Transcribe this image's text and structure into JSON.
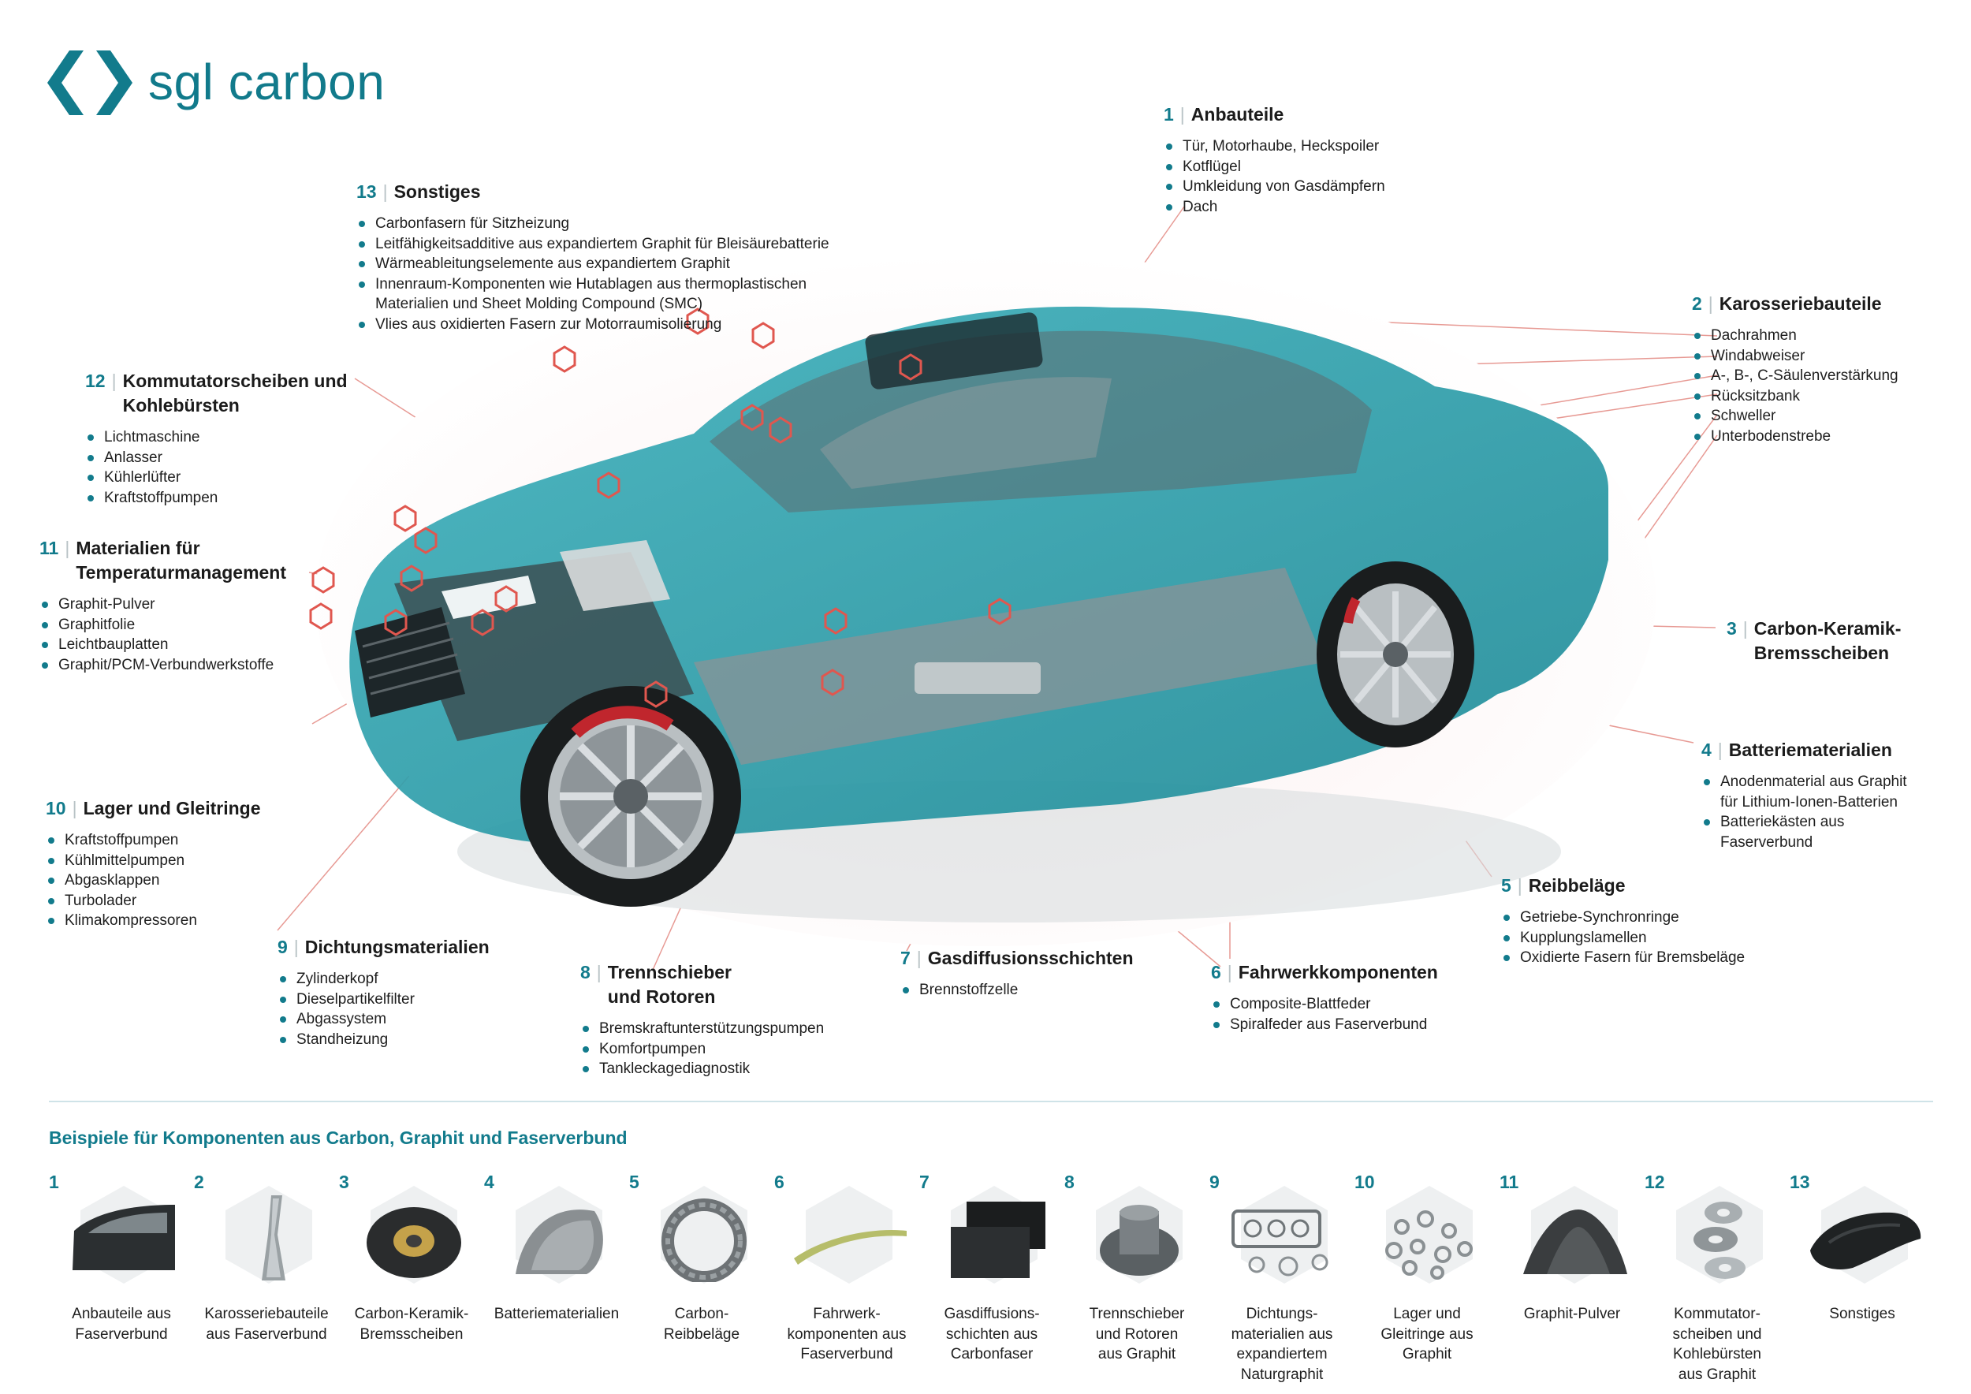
{
  "brand": {
    "name": "sgl carbon",
    "color": "#127b8c"
  },
  "colors": {
    "accent": "#127b8c",
    "car_body": "#2aa0ac",
    "marker": "#e0574f"
  },
  "callouts": [
    {
      "num": "1",
      "title": "Anbauteile",
      "items": [
        "Tür, Motorhaube, Heckspoiler",
        "Kotflügel",
        "Umkleidung von Gasdämpfern",
        "Dach"
      ]
    },
    {
      "num": "2",
      "title": "Karosseriebauteile",
      "items": [
        "Dachrahmen",
        "Windabweiser",
        "A-, B-, C-Säulenverstärkung",
        "Rücksitzbank",
        "Schweller",
        "Unterbodenstrebe"
      ]
    },
    {
      "num": "3",
      "title": "Carbon-Keramik-\nBremsscheiben",
      "items": []
    },
    {
      "num": "4",
      "title": "Batteriematerialien",
      "items": [
        "Anodenmaterial aus Graphit\nfür Lithium-Ionen-Batterien",
        "Batteriekästen aus\nFaserverbund"
      ]
    },
    {
      "num": "5",
      "title": "Reibbeläge",
      "items": [
        "Getriebe-Synchronringe",
        "Kupplungslamellen",
        "Oxidierte Fasern für Bremsbeläge"
      ]
    },
    {
      "num": "6",
      "title": "Fahrwerkkomponenten",
      "items": [
        "Composite-Blattfeder",
        "Spiralfeder aus Faserverbund"
      ]
    },
    {
      "num": "7",
      "title": "Gasdiffusionsschichten",
      "items": [
        "Brennstoffzelle"
      ]
    },
    {
      "num": "8",
      "title": "Trennschieber\nund Rotoren",
      "items": [
        "Bremskraftunterstützungspumpen",
        "Komfortpumpen",
        "Tankleckagediagnostik"
      ]
    },
    {
      "num": "9",
      "title": "Dichtungsmaterialien",
      "items": [
        "Zylinderkopf",
        "Dieselpartikelfilter",
        "Abgassystem",
        "Standheizung"
      ]
    },
    {
      "num": "10",
      "title": "Lager und Gleitringe",
      "items": [
        "Kraftstoffpumpen",
        "Kühlmittelpumpen",
        "Abgasklappen",
        "Turbolader",
        "Klimakompressoren"
      ]
    },
    {
      "num": "11",
      "title": "Materialien für\nTemperaturmanagement",
      "items": [
        "Graphit-Pulver",
        "Graphitfolie",
        "Leichtbauplatten",
        "Graphit/PCM-Verbundwerkstoffe"
      ]
    },
    {
      "num": "12",
      "title": "Kommutatorscheiben und\nKohlebürsten",
      "items": [
        "Lichtmaschine",
        "Anlasser",
        "Kühlerlüfter",
        "Kraftstoffpumpen"
      ]
    },
    {
      "num": "13",
      "title": "Sonstiges",
      "items": [
        "Carbonfasern für Sitzheizung",
        "Leitfähigkeitsadditive aus expandiertem Graphit für Bleisäurebatterie",
        "Wärmeableitungselemente aus expandiertem Graphit",
        "Innenraum-Komponenten wie Hutablagen aus thermoplastischen\nMaterialien und Sheet Molding Compound (SMC)",
        "Vlies aus oxidierten Fasern zur Motorraumisolierung"
      ]
    }
  ],
  "examples": {
    "title": "Beispiele für Komponenten aus Carbon, Graphit und Faserverbund",
    "items": [
      {
        "num": "1",
        "caption": "Anbauteile aus\nFaserverbund",
        "icon": "car-door-icon"
      },
      {
        "num": "2",
        "caption": "Karosseriebauteile\naus Faserverbund",
        "icon": "pillar-icon"
      },
      {
        "num": "3",
        "caption": "Carbon-Keramik-\nBremsscheiben",
        "icon": "brake-disc-icon"
      },
      {
        "num": "4",
        "caption": "Batteriematerialien",
        "icon": "graphite-powder-pile-icon"
      },
      {
        "num": "5",
        "caption": "Carbon-\nReibbeläge",
        "icon": "friction-ring-icon"
      },
      {
        "num": "6",
        "caption": "Fahrwerk-\nkomponenten aus\nFaserverbund",
        "icon": "leaf-spring-icon"
      },
      {
        "num": "7",
        "caption": "Gasdiffusions-\nschichten aus\nCarbonfaser",
        "icon": "carbon-sheet-icon"
      },
      {
        "num": "8",
        "caption": "Trennschieber\nund Rotoren\naus Graphit",
        "icon": "rotor-icon"
      },
      {
        "num": "9",
        "caption": "Dichtungs-\nmaterialien aus\nexpandiertem\nNaturgraphit",
        "icon": "gasket-icon"
      },
      {
        "num": "10",
        "caption": "Lager und\nGleitringe aus\nGraphit",
        "icon": "bearing-rings-icon"
      },
      {
        "num": "11",
        "caption": "Graphit-Pulver",
        "icon": "powder-icon"
      },
      {
        "num": "12",
        "caption": "Kommutator-\nscheiben und\nKohlebürsten\naus Graphit",
        "icon": "commutator-icon"
      },
      {
        "num": "13",
        "caption": "Sonstiges",
        "icon": "molded-part-icon"
      }
    ]
  }
}
